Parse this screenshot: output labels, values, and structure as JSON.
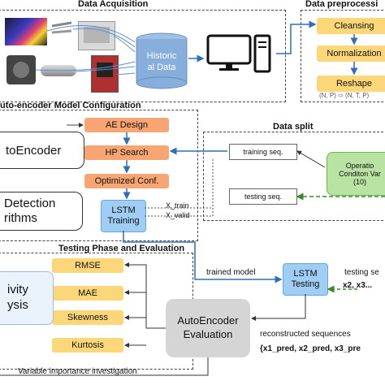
{
  "sections": {
    "data_acquisition": "Data Acquisition",
    "data_preprocessing": "Data preprocessi",
    "autoencoder_config": "uto-encoder Model Configuration",
    "data_split": "Data split",
    "testing_phase": "Testing Phase and Evaluation"
  },
  "storage": {
    "label_1": "Historic",
    "label_2": "al Data"
  },
  "preprocessing": {
    "cleansing": "Cleansing",
    "normalization": "Normalization",
    "reshape": "Reshape",
    "reshape_note": "(N, P) ⇨ (N, T, P)"
  },
  "config": {
    "ae_design": "AE Design",
    "hp_search": "HP Search",
    "optimized_conf": "Optimized Conf.",
    "lstm_training_1": "LSTM",
    "lstm_training_2": "Training",
    "autoencoder_box": "toEncoder",
    "detection_1": "Detection",
    "detection_2": "rithms",
    "x_train": "X_train",
    "x_valid": "X_valid"
  },
  "split": {
    "training_seq": "training seq.",
    "testing_seq": "testing seq.",
    "operation_1": "Operatio",
    "operation_2": "Conditon Var",
    "operation_3": "(10)"
  },
  "testing": {
    "metrics": [
      "RMSE",
      "MAE",
      "Skewness",
      "Kurtosis"
    ],
    "sensitivity_1": "ivity",
    "sensitivity_2": "ysis",
    "trained_model": "trained model",
    "lstm_testing_1": "LSTM",
    "lstm_testing_2": "Testing",
    "testing_seq_label": "testing se",
    "testing_seq_values": "x2, x3...",
    "ae_eval_1": "AutoEncoder",
    "ae_eval_2": "Evaluation",
    "reconstructed": "reconstructed sequences",
    "predicted": "{x1_pred, x2_pred, x3_pre",
    "variable_importance": "Variable importance investigation"
  },
  "colors": {
    "orange": "#f7a673",
    "yellow": "#fbd77a",
    "blue": "#9fcdf3",
    "green": "#b8e3a3",
    "arrow_blue": "#2e6fb7"
  }
}
